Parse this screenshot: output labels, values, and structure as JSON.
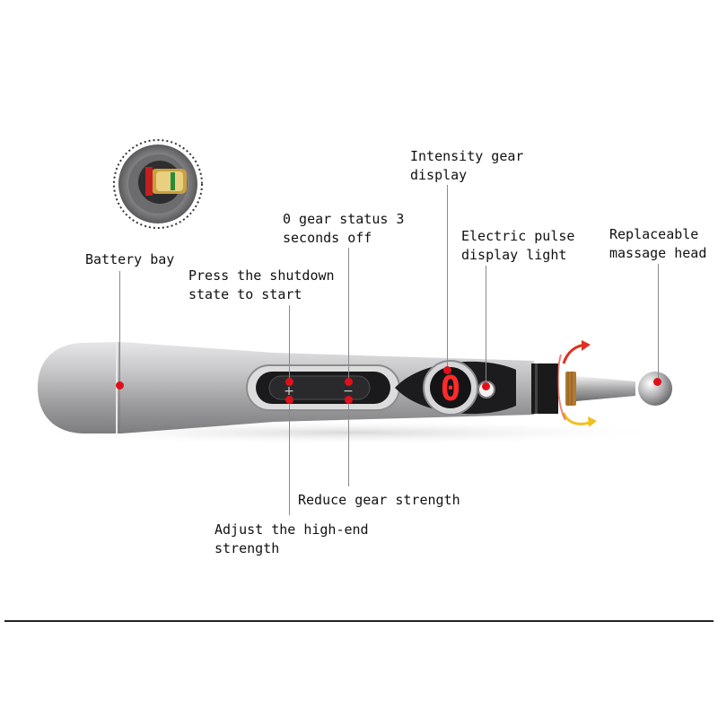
{
  "labels": {
    "battery_bay": "Battery bay",
    "press_shutdown": "Press the shutdown\nstate to start",
    "zero_gear": "0 gear status 3\nseconds off",
    "intensity_display": "Intensity gear\ndisplay",
    "pulse_light": "Electric pulse\ndisplay light",
    "massage_head": "Replaceable\nmassage head",
    "reduce_gear": "Reduce gear strength",
    "adjust_high": "Adjust the high-end\nstrength"
  },
  "device": {
    "display_digit": "0",
    "plus_symbol": "+",
    "minus_symbol": "−"
  },
  "colors": {
    "marker_red": "#e0101a",
    "display_red": "#ff2a2a",
    "body_silver": "#b9b9bb",
    "rotation_red": "#e03020",
    "rotation_yellow": "#f0c020"
  }
}
